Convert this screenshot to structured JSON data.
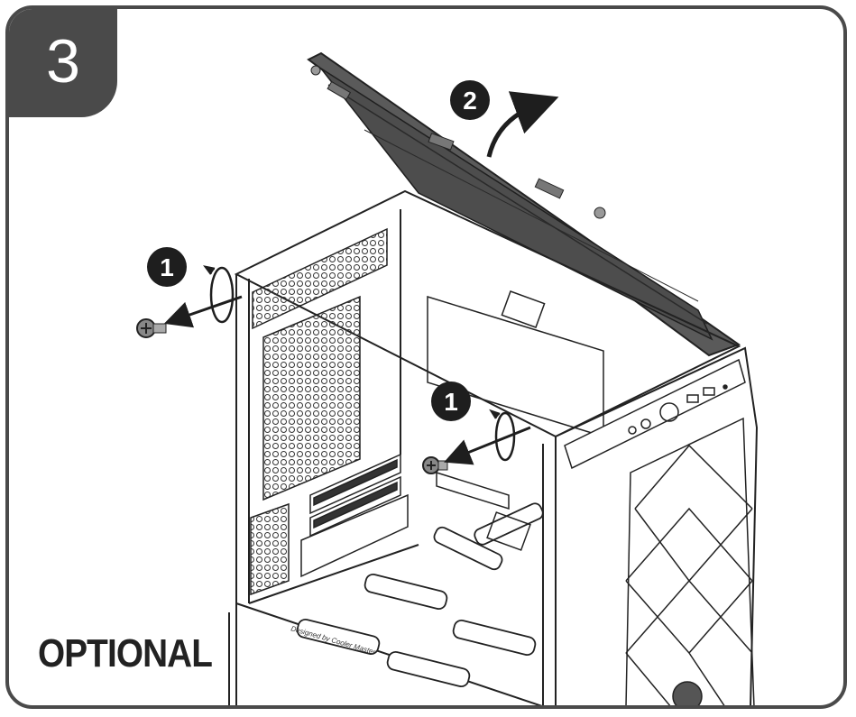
{
  "step": {
    "number": "3"
  },
  "label": {
    "optional": "OPTIONAL"
  },
  "callouts": [
    {
      "id": "callout-1-left",
      "text": "1"
    },
    {
      "id": "callout-1-center",
      "text": "1"
    },
    {
      "id": "callout-2",
      "text": "2"
    }
  ],
  "case_print": {
    "text": "Designed by Cooler Master"
  },
  "icons": [
    "screw-icon",
    "rotate-ccw-icon",
    "pull-arrow-icon",
    "lift-arrow-icon"
  ],
  "colors": {
    "frame": "#4a4a4a",
    "panel": "#555555",
    "badge": "#1e1e1e"
  }
}
